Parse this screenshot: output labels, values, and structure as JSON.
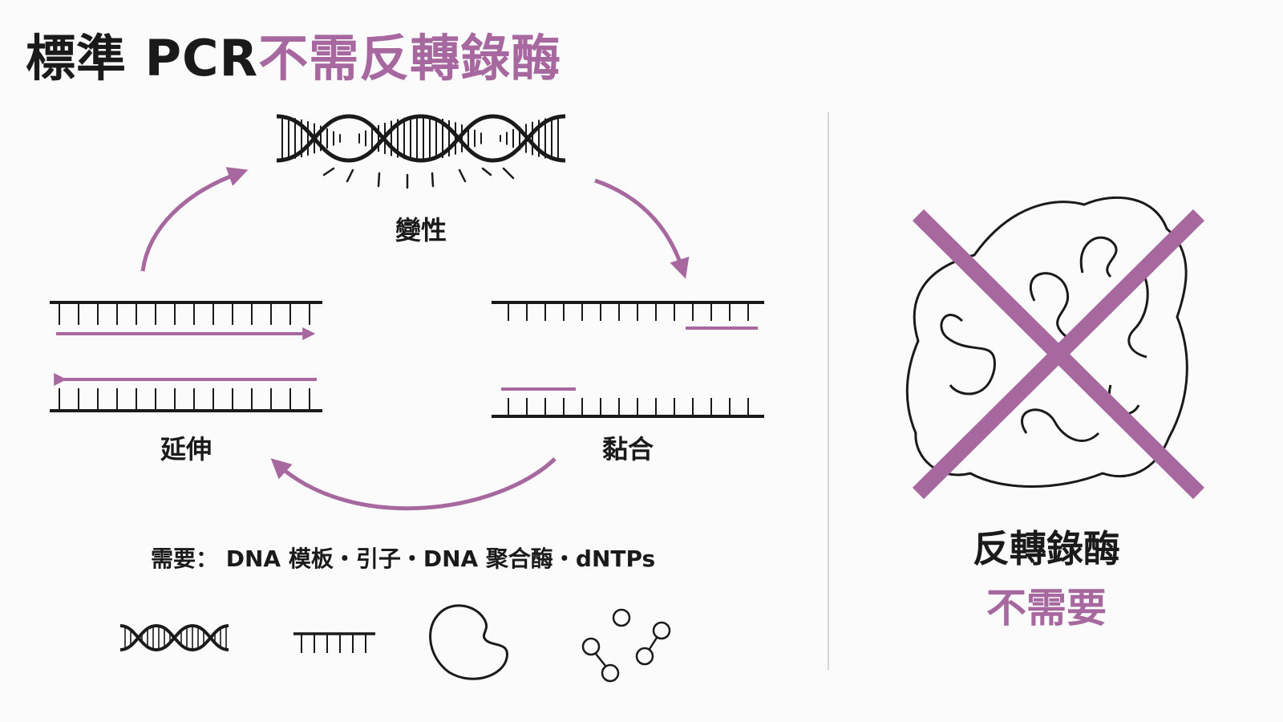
{
  "title": {
    "prefix": "標準 PCR",
    "accent": "不需反轉錄酶"
  },
  "steps": {
    "denature": "變性",
    "extension": "延伸",
    "annealing": "黏合"
  },
  "requirements": "需要： DNA 模板・引子・DNA 聚合酶・dNTPs",
  "enzyme_panel": {
    "name": "反轉錄酶",
    "status": "不需要"
  },
  "colors": {
    "accent": "#a7679f",
    "ink": "#1a1a1a",
    "divider": "#d6d6d6"
  },
  "icons": [
    "dna-helix-icon",
    "primer-icon",
    "polymerase-icon",
    "dntps-icon",
    "reverse-transcriptase-icon",
    "cross-icon"
  ]
}
